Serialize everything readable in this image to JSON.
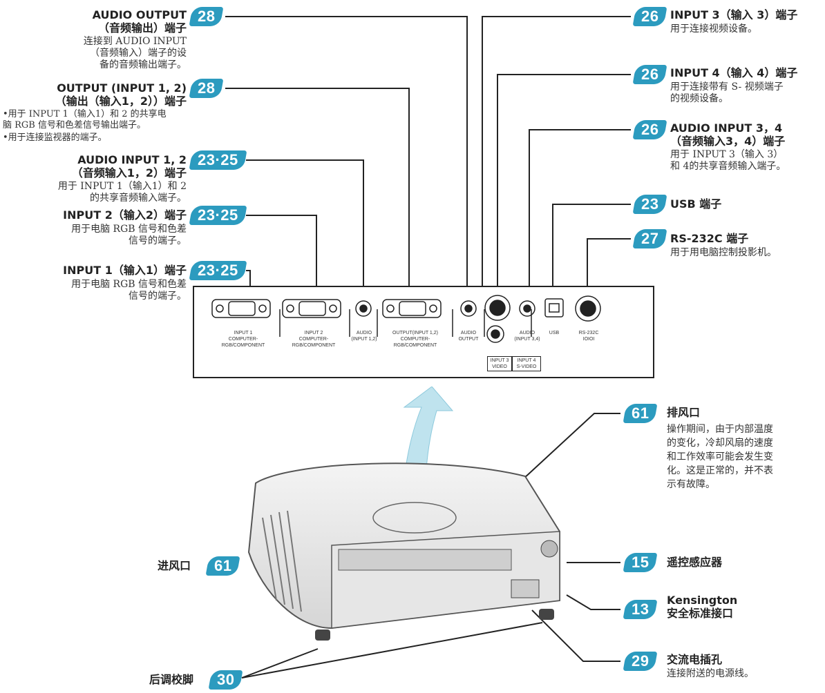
{
  "left": {
    "audio_output": {
      "badge": "28",
      "title": "AUDIO OUTPUT\n（音频输出）端子",
      "desc": "连接到 AUDIO INPUT\n（音频输入）端子的设\n备的音频输出端子。"
    },
    "output": {
      "badge": "28",
      "title": "OUTPUT (INPUT 1, 2)\n（输出（输入1，2））端子",
      "bullets": [
        "•用于 INPUT 1（输入1）和 2 的共享电\n脑 RGB 信号和色差信号输出端子。",
        "•用于连接监视器的端子。"
      ]
    },
    "audio_input12": {
      "badge": "23·25",
      "title": "AUDIO INPUT 1, 2\n（音频输入1，2）端子",
      "desc": "用于 INPUT 1（输入1）和 2\n的共享音频输入端子。"
    },
    "input2": {
      "badge": "23·25",
      "title": "INPUT 2（输入2）端子",
      "desc": "用于电脑 RGB 信号和色差\n信号的端子。"
    },
    "input1": {
      "badge": "23·25",
      "title": "INPUT 1（输入1）端子",
      "desc": "用于电脑 RGB 信号和色差\n信号的端子。"
    },
    "intake": {
      "label": "进风口",
      "badge": "61"
    },
    "rear_foot": {
      "label": "后调校脚",
      "badge": "30"
    }
  },
  "right": {
    "input3": {
      "badge": "26",
      "title": "INPUT 3（输入 3）端子",
      "desc": "用于连接视频设备。"
    },
    "input4": {
      "badge": "26",
      "title": "INPUT 4（输入 4）端子",
      "desc": "用于连接带有 S- 视频端子\n的视频设备。"
    },
    "audio_input34": {
      "badge": "26",
      "title": "AUDIO INPUT 3，4\n（音频输入3，4）端子",
      "desc": "用于 INPUT 3（输入 3）\n和 4的共享音频输入端子。"
    },
    "usb": {
      "badge": "23",
      "title": "USB 端子"
    },
    "rs232c": {
      "badge": "27",
      "title": "RS-232C 端子",
      "desc": "用于用电脑控制投影机。"
    },
    "exhaust": {
      "badge": "61",
      "title": "排风口",
      "desc": "操作期间，由于内部温度\n的变化，冷却风扇的速度\n和工作效率可能会发生变\n化。这是正常的，并不表\n示有故障。"
    },
    "remote": {
      "badge": "15",
      "title": "遥控感应器"
    },
    "kensington": {
      "badge": "13",
      "title": "Kensington\n安全标准接口"
    },
    "ac": {
      "badge": "29",
      "title": "交流电插孔",
      "desc": "连接附送的电源线。"
    }
  },
  "panel": {
    "input1": "INPUT 1\nCOMPUTER-RGB/COMPONENT",
    "input2": "INPUT 2\nCOMPUTER-RGB/COMPONENT",
    "audio12": "AUDIO\n(INPUT 1,2)",
    "output": "OUTPUT(INPUT 1,2)\nCOMPUTER-RGB/COMPONENT",
    "audio_out": "AUDIO\nOUTPUT",
    "input3": "INPUT 3\nVIDEO",
    "input4": "INPUT 4\nS-VIDEO",
    "audio34": "AUDIO\n(INPUT 3,4)",
    "usb": "USB",
    "rs232c": "RS-232C\nIOIOI"
  },
  "colors": {
    "badge": "#2c9bbf",
    "arrow": "#bfe3ee",
    "line": "#222222"
  }
}
